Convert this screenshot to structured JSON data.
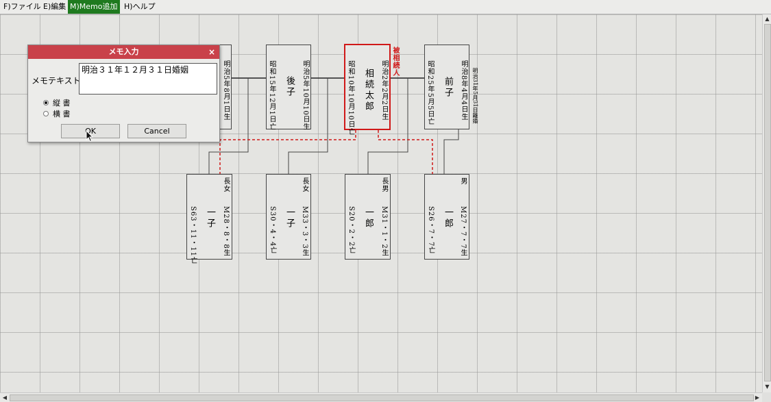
{
  "menu": {
    "items": [
      {
        "label": "F)ファイル"
      },
      {
        "label": "E)編集"
      },
      {
        "label": "M)Memo追加"
      },
      {
        "label": "H)ヘルプ"
      }
    ]
  },
  "tree": {
    "parents": [
      {
        "right_text": "明治5年8月1日生"
      },
      {
        "name": "後子",
        "right_text": "明治5年10月10日生",
        "left_text": "昭和15年12月1日亡"
      },
      {
        "name": "相続太郎",
        "right_text": "明治2年2月2日生",
        "left_text": "昭和10年10月10日亡",
        "decedent_label": "被相続人"
      },
      {
        "name": "前子",
        "right_text": "明治8年4月4日生",
        "left_text": "昭和25年5月5日亡",
        "side_memo": "明治31年5月31日離婚"
      }
    ],
    "children": [
      {
        "relation": "長女",
        "name": "一子",
        "birth": "M28・8・8生",
        "death": "S63・11・11亡"
      },
      {
        "relation": "長女",
        "name": "一子",
        "birth": "M33・3・3生",
        "death": "S30・4・4亡"
      },
      {
        "relation": "長男",
        "name": "一郎",
        "birth": "M31・1・2生",
        "death": "S20・2・2亡"
      },
      {
        "relation": "男",
        "name": "一郎",
        "birth": "M27・7・7生",
        "death": "S26・7・7亡"
      }
    ]
  },
  "dialog": {
    "title": "メモ入力",
    "close": "×",
    "text_label": "メモテキスト",
    "text_value": "明治３１年１２月３１日婚姻",
    "radio_vertical": "縦 書",
    "radio_horizontal": "横 書",
    "radio_selected": "縦 書",
    "ok_label": "OK",
    "cancel_label": "Cancel"
  },
  "colors": {
    "menu_active_bg": "#1f7a1f",
    "dialog_title_bg": "#c9414a",
    "decedent_red": "#d01818"
  }
}
